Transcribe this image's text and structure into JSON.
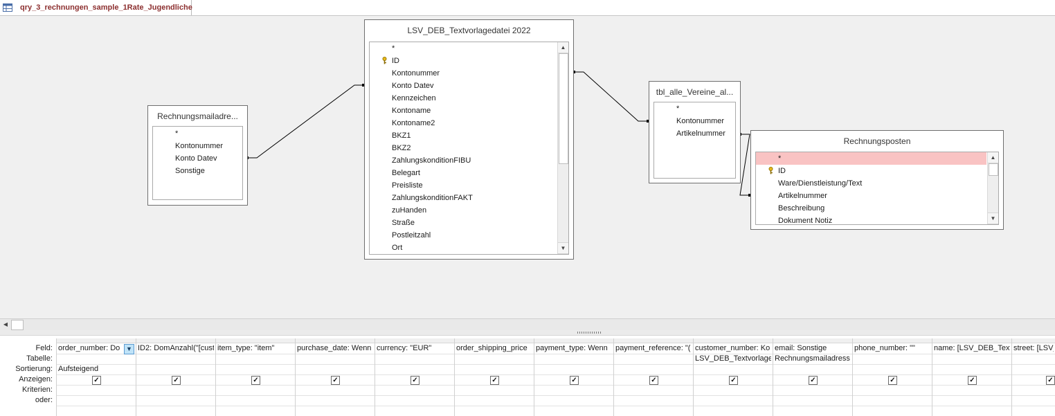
{
  "tab": {
    "title": "qry_3_rechnungen_sample_1Rate_Jugendliche",
    "icon": "query-icon"
  },
  "tables": [
    {
      "title": "Rechnungsmailadre...",
      "fields": [
        "*",
        "Kontonummer",
        "Konto Datev",
        "Sonstige"
      ]
    },
    {
      "title": "LSV_DEB_Textvorlagedatei 2022",
      "fields": [
        "*",
        "ID",
        "Kontonummer",
        "Konto Datev",
        "Kennzeichen",
        "Kontoname",
        "Kontoname2",
        "BKZ1",
        "BKZ2",
        "ZahlungskonditionFIBU",
        "Belegart",
        "Preisliste",
        "ZahlungskonditionFAKT",
        "zuHanden",
        "Straße",
        "Postleitzahl",
        "Ort"
      ]
    },
    {
      "title": "tbl_alle_Vereine_al...",
      "fields": [
        "*",
        "Kontonummer",
        "Artikelnummer"
      ]
    },
    {
      "title": "Rechnungsposten",
      "fields": [
        "*",
        "ID",
        "Ware/Dienstleistung/Text",
        "Artikelnummer",
        "Beschreibung",
        "Dokument Notiz"
      ]
    }
  ],
  "grid": {
    "row_labels": [
      "Feld:",
      "Tabelle:",
      "Sortierung:",
      "Anzeigen:",
      "Kriterien:",
      "oder:"
    ],
    "columns": [
      {
        "feld": "order_number: Do",
        "tabelle": "",
        "sortierung": "Aufsteigend",
        "anzeigen": true
      },
      {
        "feld": "ID2: DomAnzahl(\"[cust",
        "tabelle": "",
        "sortierung": "",
        "anzeigen": true
      },
      {
        "feld": "item_type: \"item\"",
        "tabelle": "",
        "sortierung": "",
        "anzeigen": true
      },
      {
        "feld": "purchase_date: Wenn",
        "tabelle": "",
        "sortierung": "",
        "anzeigen": true
      },
      {
        "feld": "currency: \"EUR\"",
        "tabelle": "",
        "sortierung": "",
        "anzeigen": true
      },
      {
        "feld": "order_shipping_price",
        "tabelle": "",
        "sortierung": "",
        "anzeigen": true
      },
      {
        "feld": "payment_type: Wenn",
        "tabelle": "",
        "sortierung": "",
        "anzeigen": true
      },
      {
        "feld": "payment_reference: \"(",
        "tabelle": "",
        "sortierung": "",
        "anzeigen": true
      },
      {
        "feld": "customer_number: Ko",
        "tabelle": "LSV_DEB_Textvorlaged",
        "sortierung": "",
        "anzeigen": true
      },
      {
        "feld": "email: Sonstige",
        "tabelle": "Rechnungsmailadress",
        "sortierung": "",
        "anzeigen": true
      },
      {
        "feld": "phone_number: \"\"",
        "tabelle": "",
        "sortierung": "",
        "anzeigen": true
      },
      {
        "feld": "name: [LSV_DEB_Textv",
        "tabelle": "",
        "sortierung": "",
        "anzeigen": true
      },
      {
        "feld": "street: [LSV_",
        "tabelle": "",
        "sortierung": "",
        "anzeigen": true
      }
    ]
  },
  "colors": {
    "tab_text": "#8c2f2f",
    "highlight": "#f9c3c3",
    "design_bg": "#f0f0f0"
  }
}
